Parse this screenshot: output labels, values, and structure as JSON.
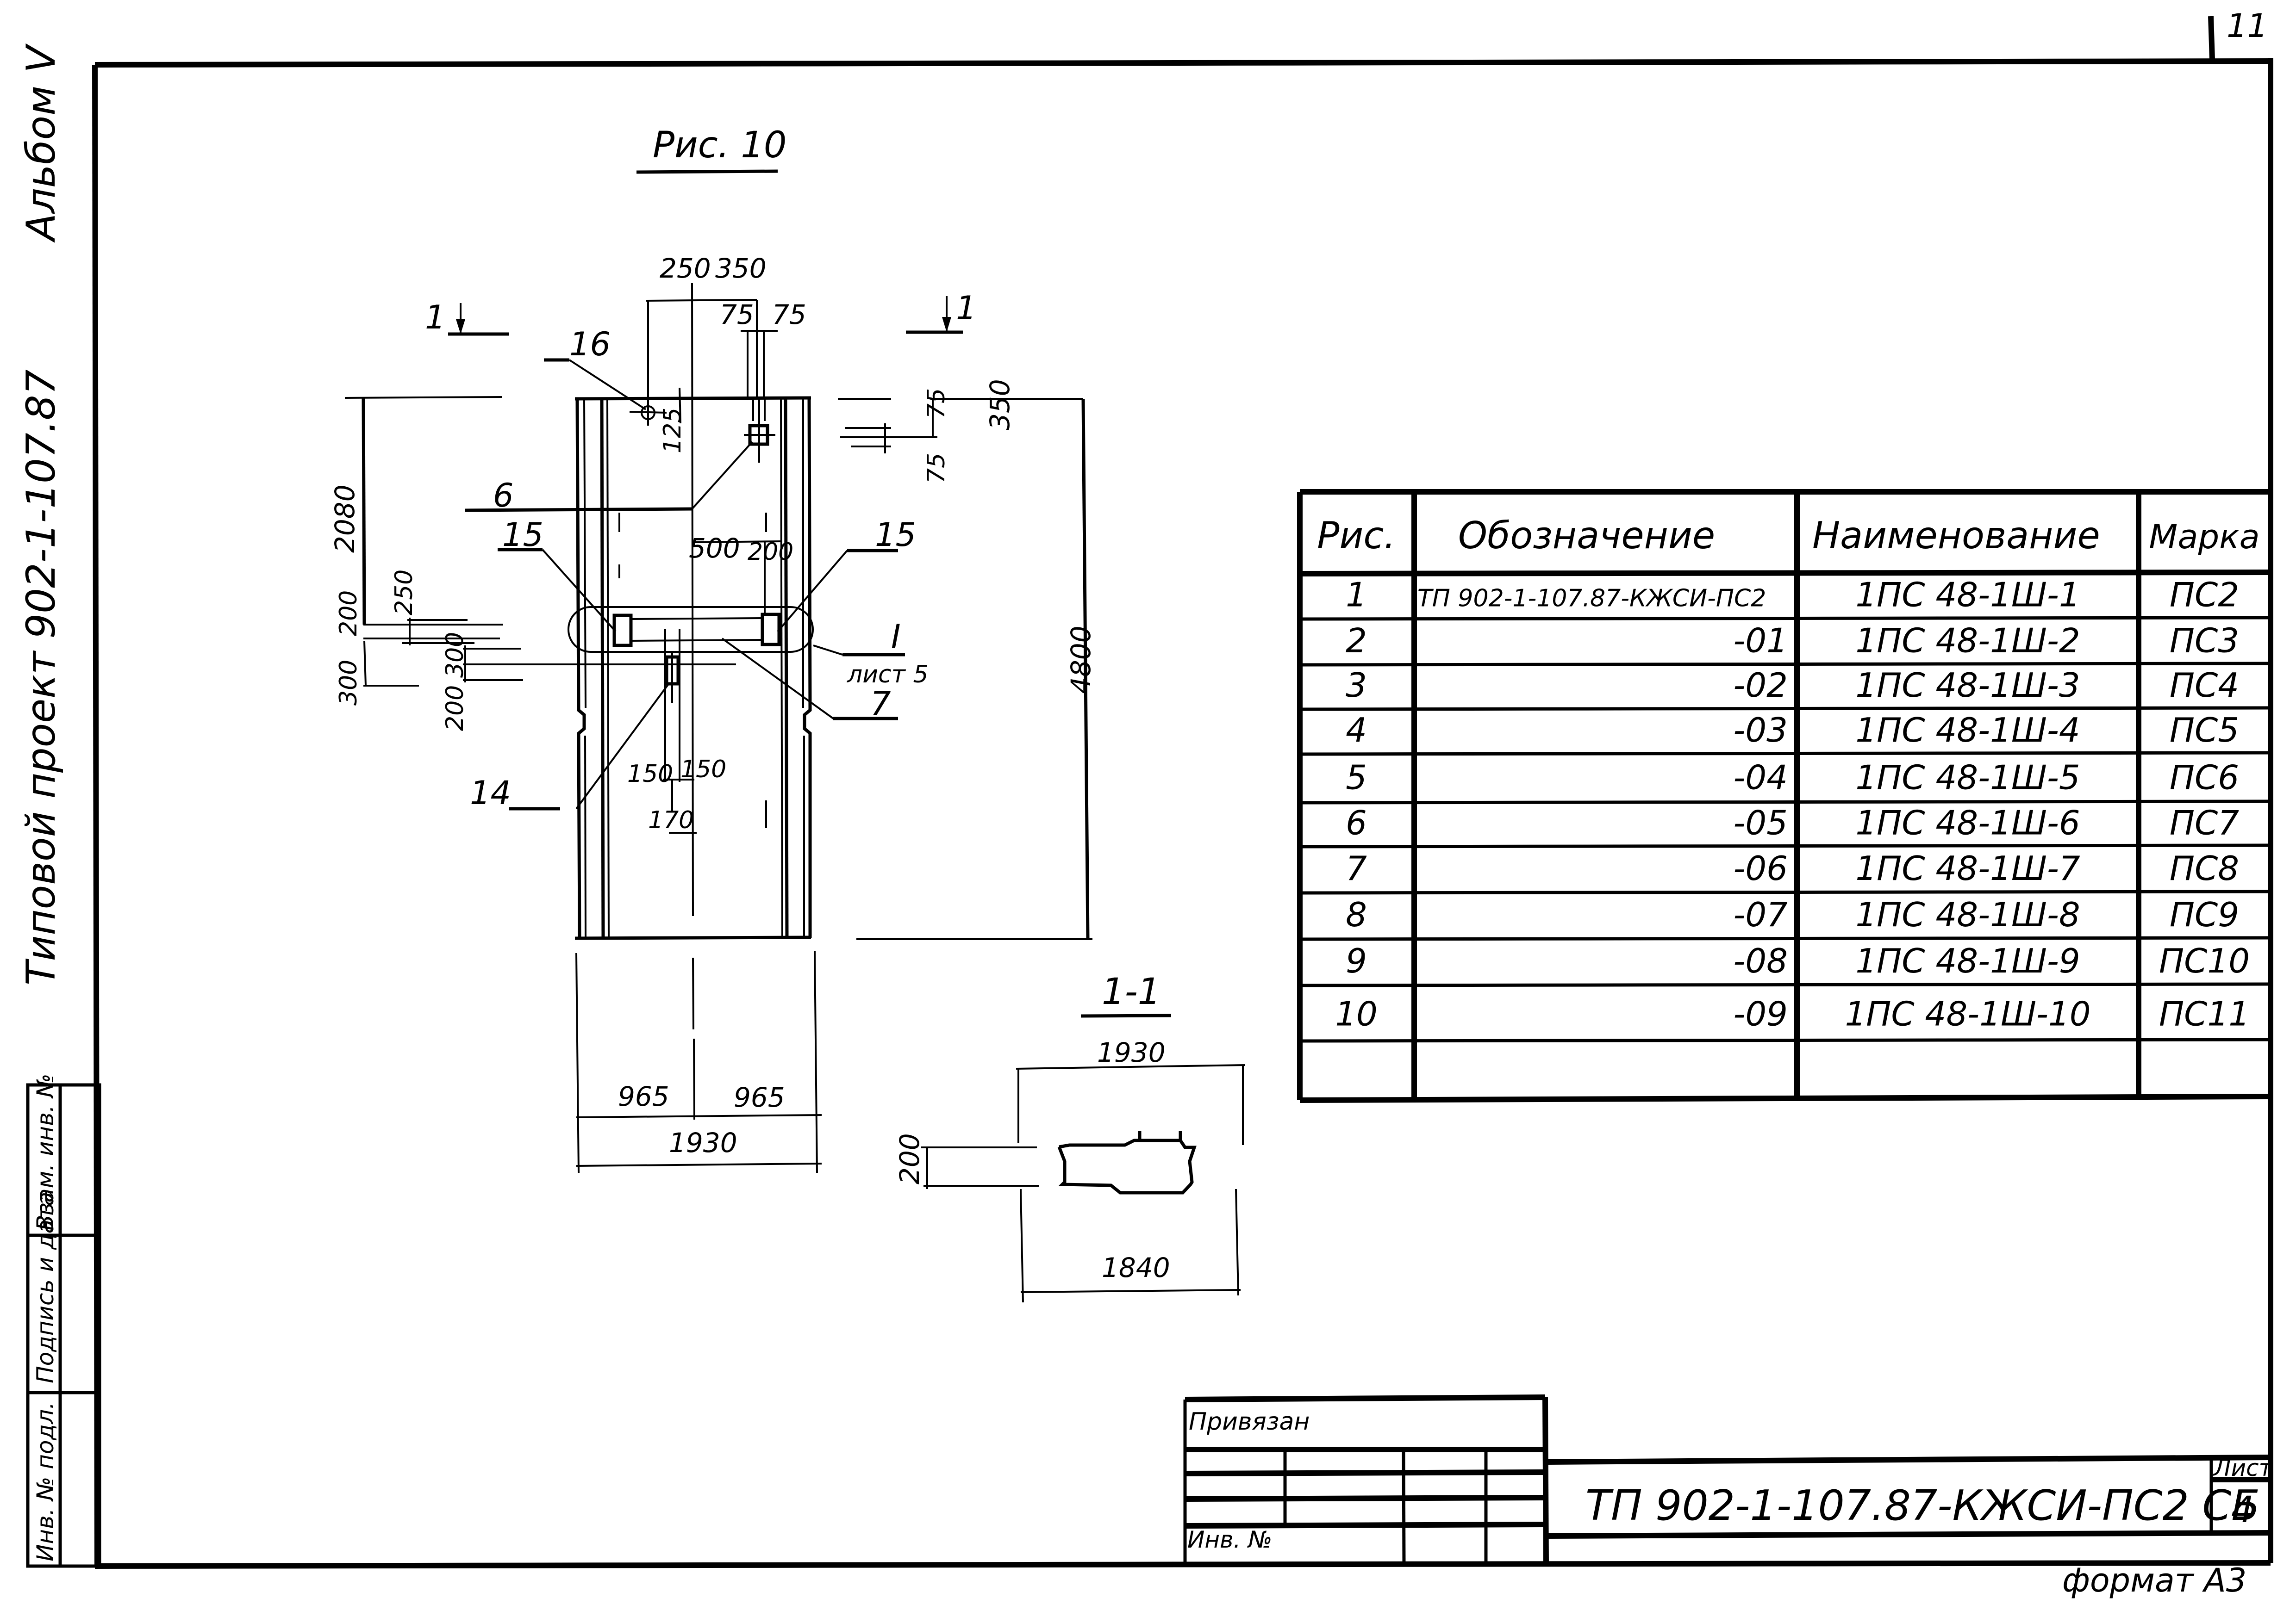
{
  "sheet": {
    "page_number_corner": "11",
    "format_label": "формат А3"
  },
  "left_margin": {
    "album": "Альбом V",
    "project": "Типовой проект 902-1-107.87",
    "cells": [
      "Взам. инв. №",
      "Подпись и дата",
      "Инв. № подл."
    ]
  },
  "figure": {
    "title": "Рис. 10",
    "section_mark_left": "1",
    "section_mark_right": "1",
    "section_title": "1-1",
    "callouts": {
      "c16": "16",
      "c6": "6",
      "c15_left": "15",
      "c15_right": "15",
      "c14": "14",
      "c7": "7",
      "detail_ref": "I",
      "detail_sheet": "лист 5"
    },
    "dimensions": {
      "top_250": "250",
      "top_350": "350",
      "top_75a": "75",
      "top_75b": "75",
      "d125": "125",
      "right_75a": "75",
      "right_75b": "75",
      "right_350": "350",
      "overall_4800": "4800",
      "left_2080": "2080",
      "left_250": "250",
      "left_200": "200",
      "left_300": "300",
      "mid_300": "300",
      "mid_200": "200",
      "d500": "500",
      "d200": "200",
      "d150a": "150",
      "d150b": "150",
      "d170": "170",
      "bottom_965a": "965",
      "bottom_965b": "965",
      "bottom_1930": "1930",
      "sec_1930": "1930",
      "sec_200": "200",
      "sec_1840": "1840"
    }
  },
  "spec_table": {
    "headers": [
      "Рис.",
      "Обозначение",
      "Наименование",
      "Марка"
    ],
    "rows": [
      {
        "fig": "1",
        "designation": "ТП 902-1-107.87-КЖСИ-ПС2",
        "name": "1ПС 48-1Ш-1",
        "mark": "ПС2"
      },
      {
        "fig": "2",
        "designation": "-01",
        "name": "1ПС 48-1Ш-2",
        "mark": "ПС3"
      },
      {
        "fig": "3",
        "designation": "-02",
        "name": "1ПС 48-1Ш-3",
        "mark": "ПС4"
      },
      {
        "fig": "4",
        "designation": "-03",
        "name": "1ПС 48-1Ш-4",
        "mark": "ПС5"
      },
      {
        "fig": "5",
        "designation": "-04",
        "name": "1ПС 48-1Ш-5",
        "mark": "ПС6"
      },
      {
        "fig": "6",
        "designation": "-05",
        "name": "1ПС 48-1Ш-6",
        "mark": "ПС7"
      },
      {
        "fig": "7",
        "designation": "-06",
        "name": "1ПС 48-1Ш-7",
        "mark": "ПС8"
      },
      {
        "fig": "8",
        "designation": "-07",
        "name": "1ПС 48-1Ш-8",
        "mark": "ПС9"
      },
      {
        "fig": "9",
        "designation": "-08",
        "name": "1ПС 48-1Ш-9",
        "mark": "ПС10"
      },
      {
        "fig": "10",
        "designation": "-09",
        "name": "1ПС 48-1Ш-10",
        "mark": "ПС11"
      },
      {
        "fig": "",
        "designation": "",
        "name": "",
        "mark": ""
      }
    ]
  },
  "title_block": {
    "bound_label": "Привязан",
    "inv_label": "Инв. №",
    "document_code": "ТП 902-1-107.87-КЖСИ-ПС2 СБ",
    "sheet_label": "Лист",
    "sheet_number": "4"
  }
}
